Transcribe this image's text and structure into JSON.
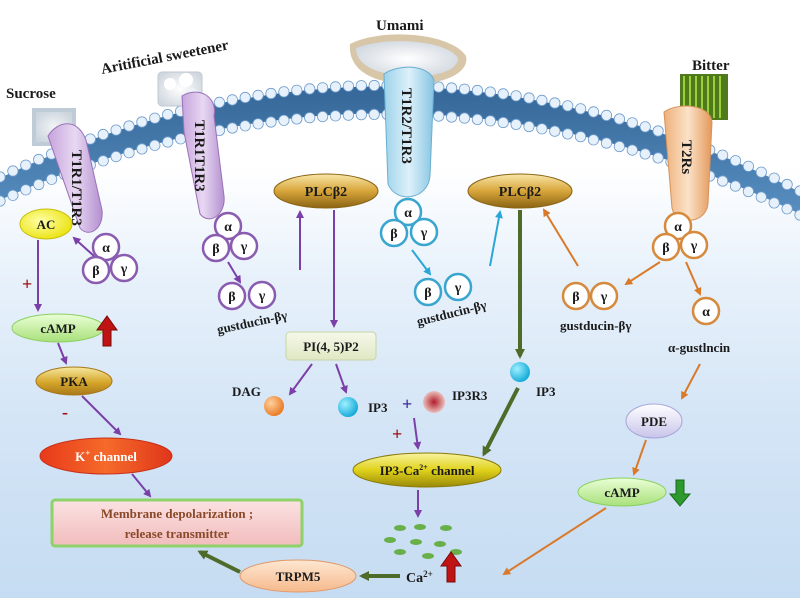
{
  "stimuli": {
    "sucrose": "Sucrose",
    "artificial_sweetener": "Aritificial sweetener",
    "umami": "Umami",
    "bitter": "Bitter"
  },
  "receptors": {
    "sweet_1": "T1R1/T1R3",
    "sweet_2": "T1R1T1R3",
    "umami": "T1R2/T1R3",
    "bitter": "T2Rs"
  },
  "subunits": {
    "alpha": "α",
    "beta": "β",
    "gamma": "γ"
  },
  "molecules": {
    "ac": "AC",
    "camp": "cAMP",
    "pka": "PKA",
    "k_channel_main": "K",
    "k_channel_sup": "+",
    "k_channel_rest": " channel",
    "membrane_line1": "Membrane depolarization ;",
    "membrane_line2": "release transmitter",
    "plcb2_left": "PLCβ2",
    "plcb2_right": "PLCβ2",
    "pip2": "PI(4, 5)P2",
    "dag": "DAG",
    "ip3_left": "IP3",
    "ip3r3": "IP3R3",
    "ip3_right": "IP3",
    "ip3_channel_pre": "IP3-Ca",
    "ip3_channel_sup": "2+",
    "ip3_channel_post": " channel",
    "trpm5": "TRPM5",
    "ca_main": "Ca",
    "ca_sup": "2+",
    "pde": "PDE",
    "camp_bitter": "cAMP",
    "gustducin_1": "gustducin-βγ",
    "gustducin_2": "gustducin-βγ",
    "gustducin_3": "gustducin-βγ",
    "alpha_gustducin": "α-gustlncin"
  },
  "signs": {
    "plus_ac": "+",
    "minus_pka": "-",
    "plus_ip3": "+",
    "plus_ip3r3": "+"
  },
  "colors": {
    "sweet_pathway": "#7b3fa8",
    "umami_pathway": "#2aa6d8",
    "bitter_pathway": "#d97a2a",
    "calcium_pathway": "#4e6b2a",
    "up_arrow": "#c01414",
    "down_arrow": "#2e9a2e"
  }
}
